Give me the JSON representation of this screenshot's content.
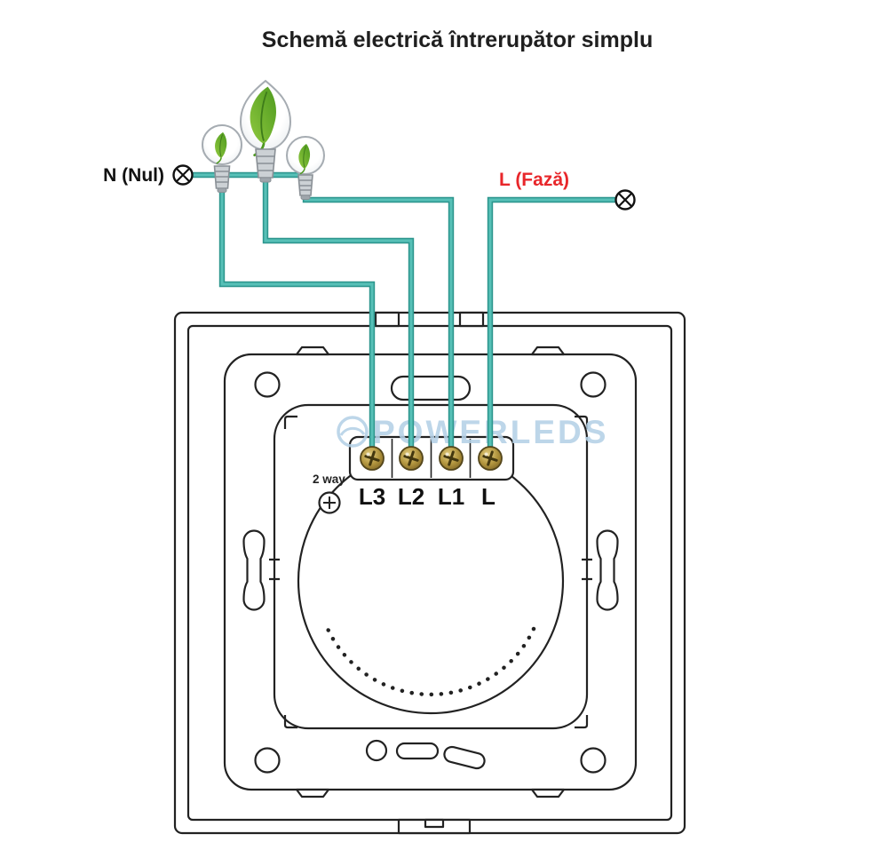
{
  "title": "Schemă electrică întrerupător simplu",
  "supply": {
    "neutral_label": "N (Nul)",
    "phase_label": "L (Fază)"
  },
  "switch": {
    "selector_label": "2 way",
    "terminal_labels": [
      "L3",
      "L2",
      "L1",
      "L"
    ]
  },
  "watermark": {
    "text": "POWERLEDS"
  },
  "icons": {
    "neutral_connector": "circled-x",
    "phase_connector": "circled-x",
    "bulb": "eco-leaf-bulb",
    "terminal_screw": "phillips-screw-gold",
    "selector_screw": "phillips-screw"
  },
  "colors": {
    "wire_teal": "#4CB4AC",
    "phase_red": "#E8262A",
    "line_art": "#222222",
    "leaf_green": "#4E9A1F",
    "screw_gold": "#A5873A",
    "watermark_blue": "#B4D1E6",
    "title_text": "#1F1F1F"
  }
}
